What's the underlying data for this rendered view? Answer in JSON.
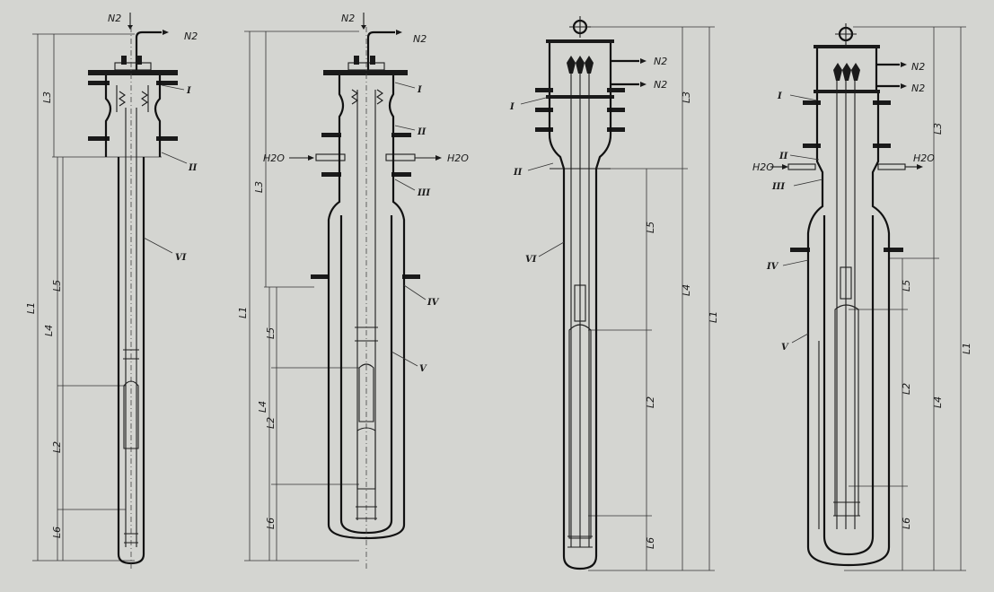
{
  "dims": [
    "L1",
    "L2",
    "L3",
    "L4",
    "L5",
    "L6"
  ],
  "labels": {
    "n2": "N2",
    "h2o": "H2O",
    "part": [
      "I",
      "II",
      "III",
      "IV",
      "V",
      "VI"
    ]
  },
  "colors": {
    "paper": "#d4d5d1",
    "ink": "#1a1a1a"
  }
}
